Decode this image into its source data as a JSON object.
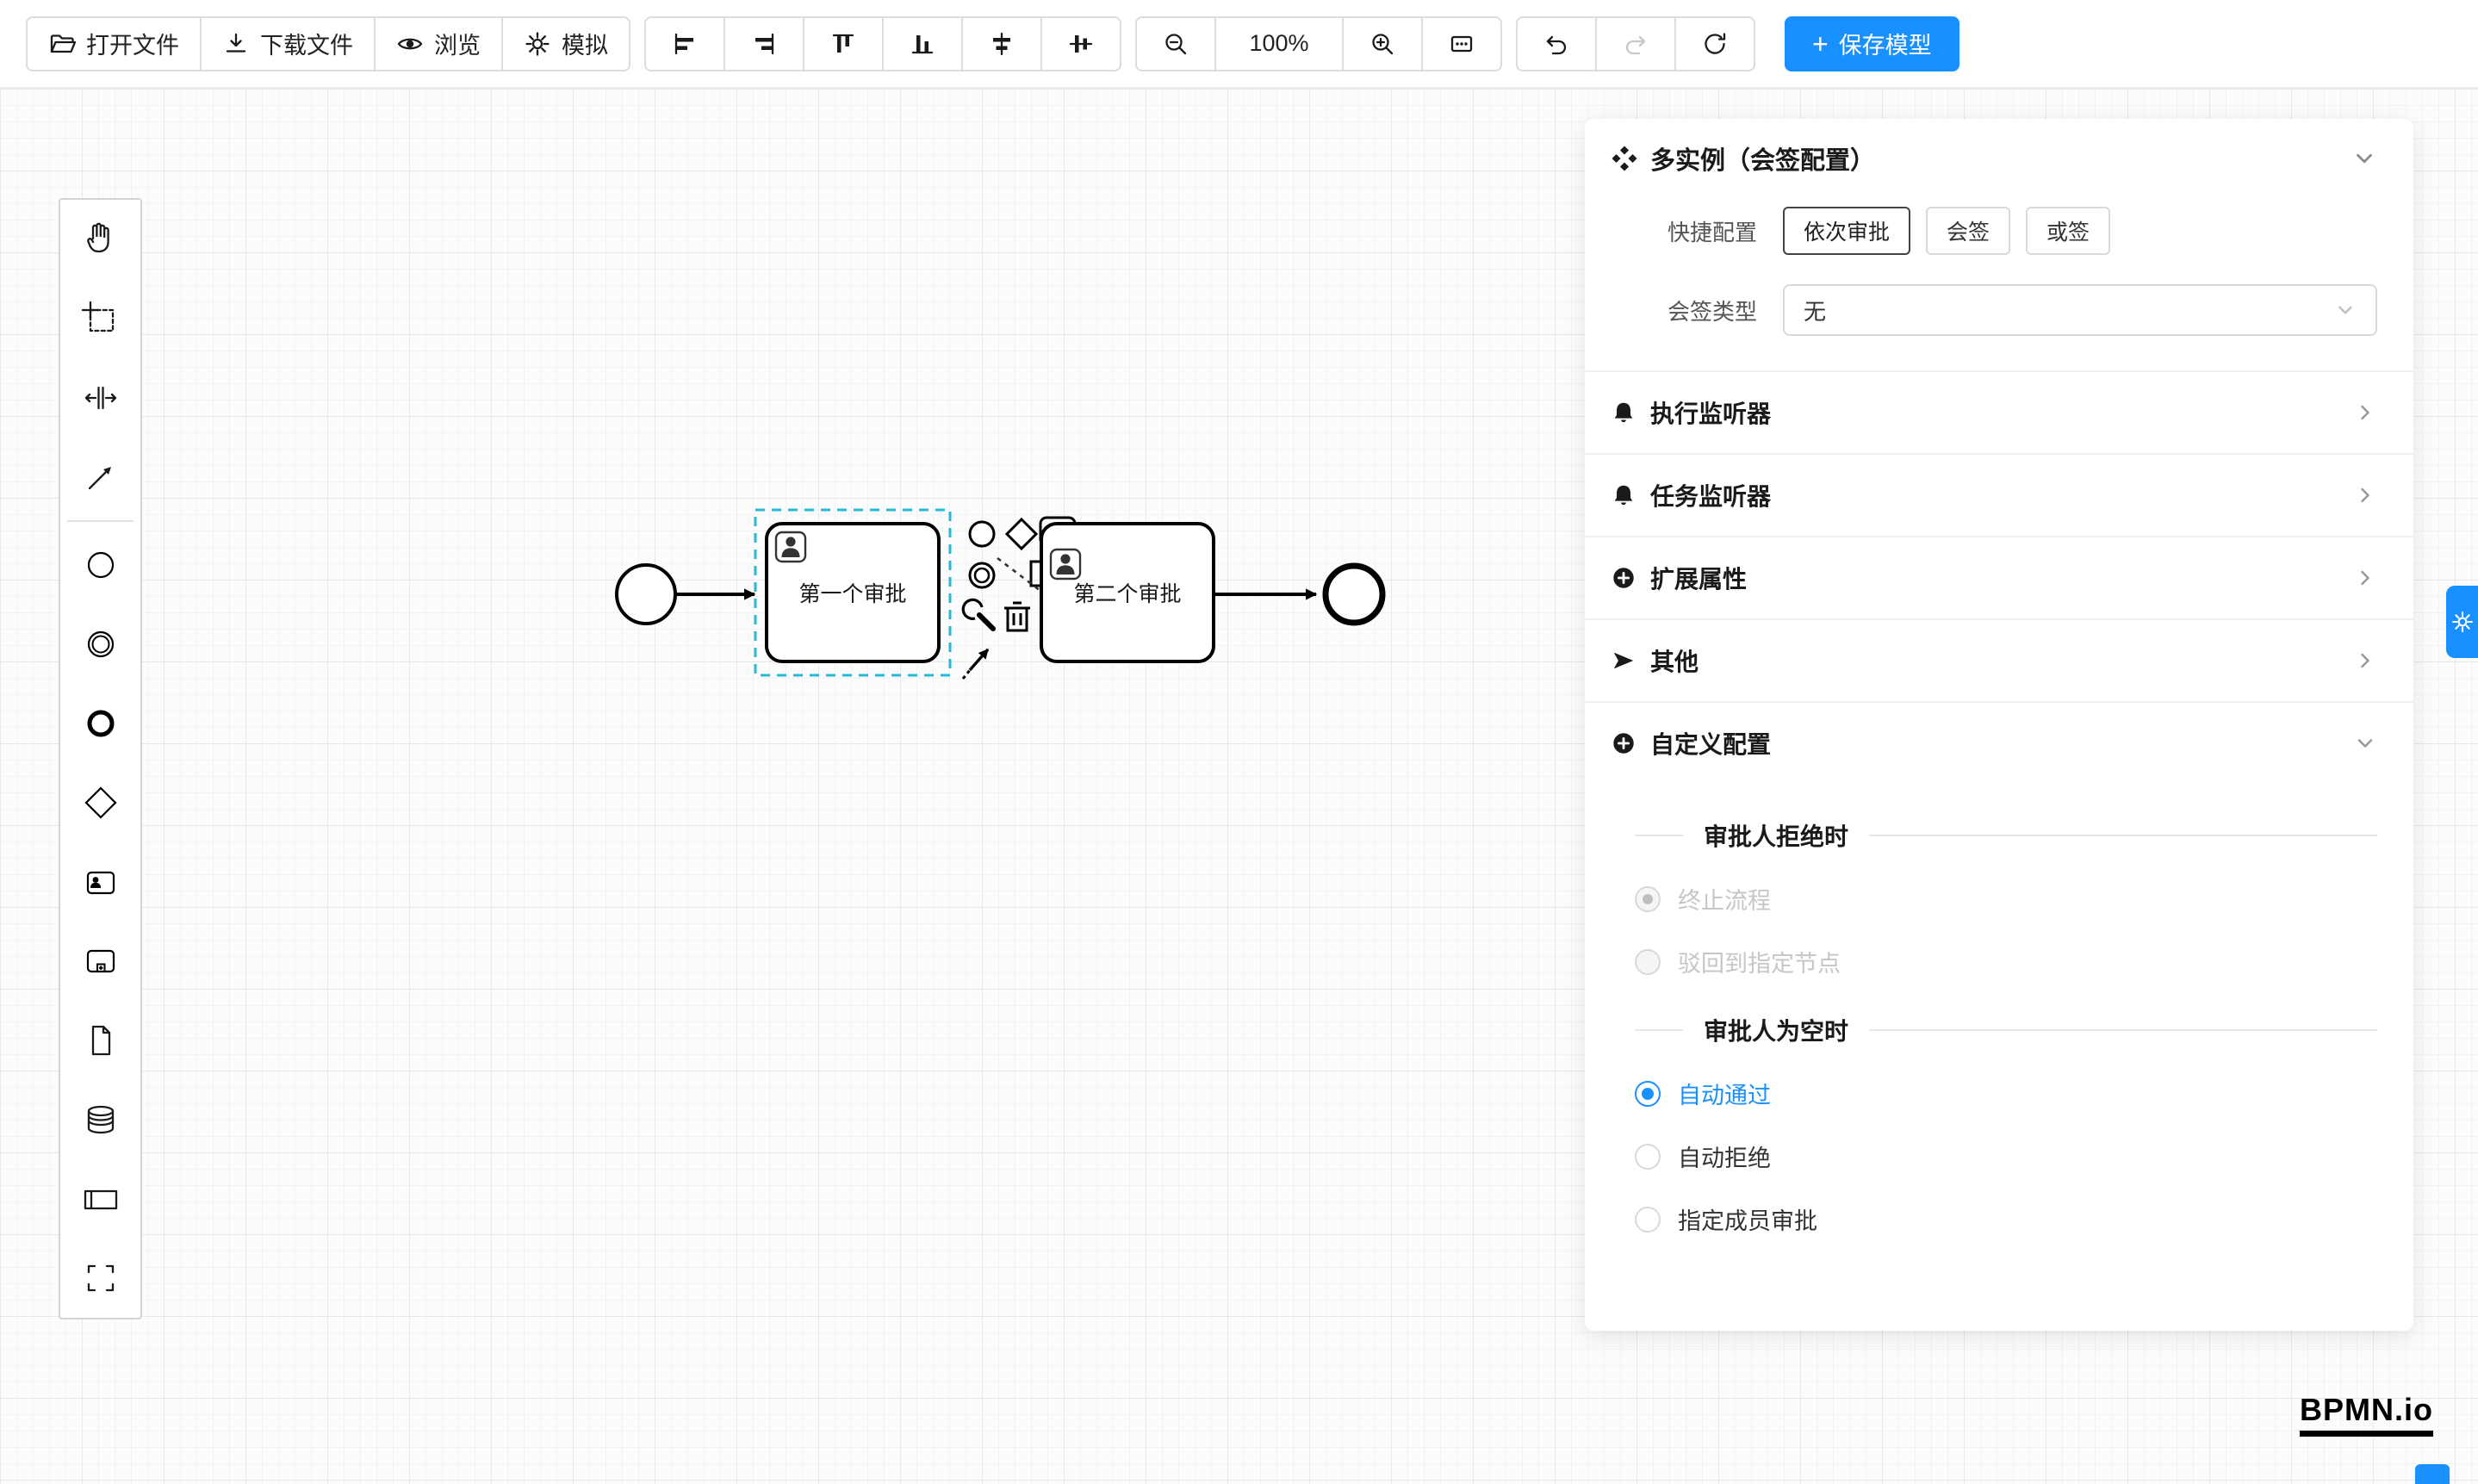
{
  "toolbar": {
    "open_file": "打开文件",
    "download_file": "下载文件",
    "preview": "浏览",
    "simulate": "模拟",
    "zoom_level": "100%",
    "save_model": "保存模型"
  },
  "palette": {
    "items": [
      {
        "icon": "hand-tool-icon"
      },
      {
        "icon": "lasso-tool-icon"
      },
      {
        "icon": "space-tool-icon"
      },
      {
        "icon": "global-connect-tool-icon"
      },
      {
        "icon": "start-event-icon"
      },
      {
        "icon": "intermediate-event-icon"
      },
      {
        "icon": "end-event-icon"
      },
      {
        "icon": "gateway-icon"
      },
      {
        "icon": "user-task-icon"
      },
      {
        "icon": "subprocess-icon"
      },
      {
        "icon": "document-icon"
      },
      {
        "icon": "data-store-icon"
      },
      {
        "icon": "pool-icon"
      },
      {
        "icon": "group-icon"
      }
    ]
  },
  "canvas": {
    "task1_label": "第一个审批",
    "task2_label": "第二个审批"
  },
  "panel": {
    "title": "多实例（会签配置）",
    "quick_config": {
      "label": "快捷配置",
      "options": [
        "依次审批",
        "会签",
        "或签"
      ],
      "active": "依次审批"
    },
    "sign_type": {
      "label": "会签类型",
      "value": "无"
    },
    "sections": [
      {
        "label": "执行监听器",
        "icon": "bell-icon"
      },
      {
        "label": "任务监听器",
        "icon": "bell-icon"
      },
      {
        "label": "扩展属性",
        "icon": "plus-circle-icon"
      },
      {
        "label": "其他",
        "icon": "send-icon"
      },
      {
        "label": "自定义配置",
        "icon": "plus-circle-icon"
      }
    ],
    "custom_config": {
      "reject_divider": "审批人拒绝时",
      "reject_options": [
        {
          "label": "终止流程",
          "checked": true,
          "disabled": true
        },
        {
          "label": "驳回到指定节点",
          "checked": false,
          "disabled": true
        }
      ],
      "empty_divider": "审批人为空时",
      "empty_options": [
        {
          "label": "自动通过",
          "checked": true
        },
        {
          "label": "自动拒绝",
          "checked": false
        },
        {
          "label": "指定成员审批",
          "checked": false
        }
      ]
    }
  },
  "logo": "BPMN.io",
  "colors": {
    "accent": "#1890ff",
    "selection_outline": "#2ab7d6",
    "shape_stroke": "#000000"
  },
  "icons": {
    "toolbar": [
      "folder-open-icon",
      "download-icon",
      "eye-icon",
      "gear-icon",
      "align-left-icon",
      "align-right-icon",
      "align-top-icon",
      "align-bottom-icon",
      "align-center-horizontal-icon",
      "align-center-vertical-icon",
      "zoom-out-icon",
      "zoom-in-icon",
      "fit-viewport-icon",
      "undo-icon",
      "redo-icon",
      "restart-icon",
      "plus-icon"
    ],
    "panel": [
      "multi-instance-icon",
      "bell-icon",
      "plus-circle-icon",
      "send-icon",
      "chevron-down-icon",
      "chevron-right-icon"
    ],
    "context_pad": [
      "append-event-icon",
      "append-gateway-icon",
      "append-user-task-icon",
      "append-intermediate-event-icon",
      "text-annotation-icon",
      "wrench-icon",
      "trash-icon",
      "connect-arrow-icon"
    ]
  }
}
